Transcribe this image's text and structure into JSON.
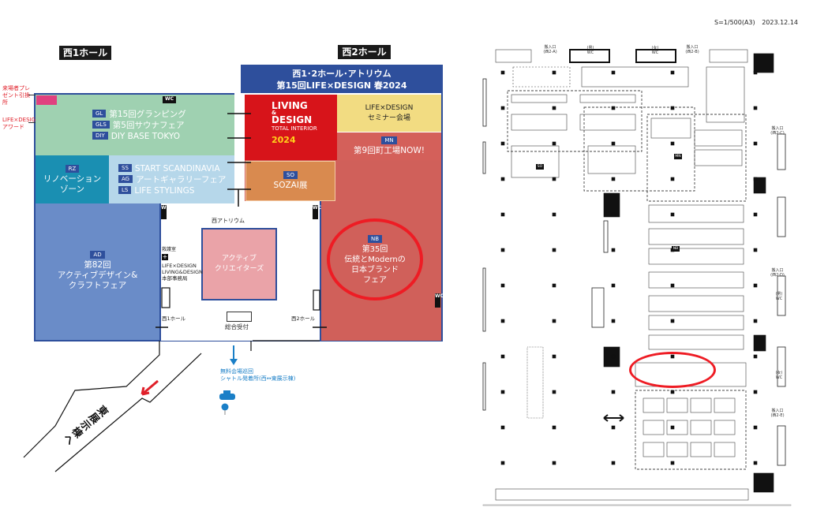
{
  "left_map": {
    "hall_labels": {
      "west1": "西1ホール",
      "west2": "西2ホール"
    },
    "banner": {
      "line1": "西1･2ホール･アトリウム",
      "line2": "第15回LIFE×DESIGN 春2024"
    },
    "side_notes": {
      "present": "来場者プレゼント引換所",
      "award": "LIFE×DESIGNアワード"
    },
    "wc": "WC",
    "zones": {
      "gl": {
        "code": "GL",
        "name": "第15回グランピング"
      },
      "gls": {
        "code": "GLS",
        "name": "第5回サウナフェア"
      },
      "diy": {
        "code": "DIY",
        "name": "DIY BASE TOKYO"
      },
      "rz": {
        "code": "RZ",
        "line1": "リノベーション",
        "line2": "ゾーン"
      },
      "ss": {
        "code": "SS",
        "name": "START SCANDINAVIA"
      },
      "ag": {
        "code": "AG",
        "name": "アートギャラリーフェア"
      },
      "ls": {
        "code": "LS",
        "name": "LIFE STYLINGS"
      },
      "ld": {
        "line1": "LIVING",
        "amp": "&",
        "line2": "DESIGN",
        "sub": "TOTAL INTERIOR",
        "year": "2024"
      },
      "seminar": {
        "line1": "LIFE×DESIGN",
        "line2": "セミナー会場"
      },
      "mn": {
        "code": "MN",
        "name": "第9回町工場NOW!"
      },
      "so": {
        "code": "SO",
        "name": "SOZAI展"
      },
      "nb": {
        "code": "NB",
        "line1": "第35回",
        "line2": "伝統とModernの",
        "line3": "日本ブランド",
        "line4": "フェア"
      },
      "ad": {
        "code": "AD",
        "line1": "第82回",
        "line2": "アクティブデザイン&",
        "line3": "クラフトフェア"
      },
      "ac": {
        "line1": "アクティブ",
        "line2": "クリエイターズ"
      }
    },
    "atrium": {
      "label": "西アトリウム",
      "first_aid": "救護室",
      "office": [
        "LIFE×DESIGN",
        "LIVING&DESIGN",
        "本部事務局"
      ],
      "to_west1": "西1ホール",
      "to_west2": "西2ホール",
      "reception": "総合受付"
    },
    "shuttle": {
      "line1": "無料会場巡回",
      "line2": "シャトル発着所(西↔東展示棟)"
    },
    "to_east": "東展示棟へ",
    "colors": {
      "highlight": "#e8141c",
      "brand_blue": "#2e4f9c"
    }
  },
  "right_map": {
    "scale_note": "S=1/500(A3)",
    "date": "2023.12.14",
    "entrances": [
      "搬入口(西2-A)",
      "搬入口(西2-B)",
      "搬入口(西2-C)",
      "搬入口(西2-D)",
      "搬入口(西2-E)"
    ],
    "wc": {
      "men": "(男)",
      "women": "(女)",
      "label": "WC"
    },
    "markers": {
      "so": "SO",
      "mn": "MN",
      "nb": "NB"
    }
  }
}
